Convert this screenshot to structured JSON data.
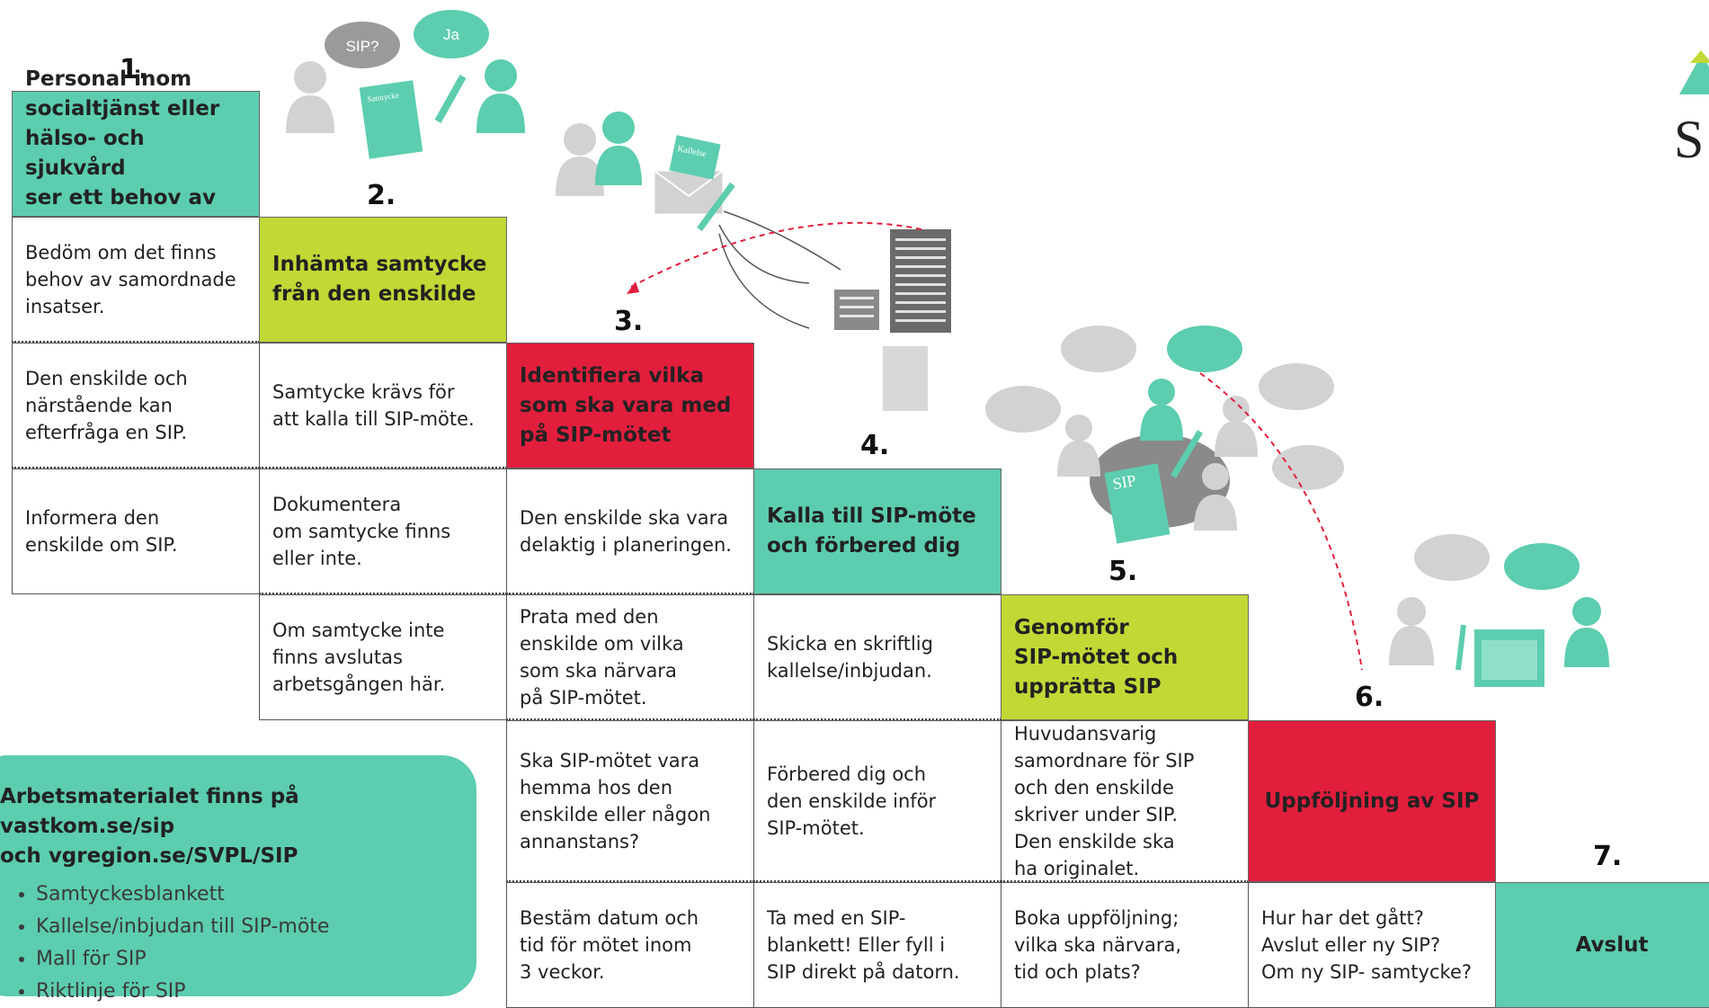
{
  "steps": [
    {
      "number": "1.",
      "title": "Personal inom\nsocialtjänst eller\nhälso- och sjukvård\nser ett behov av SIP",
      "color": "#5ccdaf",
      "items": [
        "Bedöm om det finns\nbehov av samordnade\ninsatser.",
        "Den enskilde och\nnärstående kan\nefterfråga en SIP.",
        "Informera den\nenskilde om SIP."
      ]
    },
    {
      "number": "2.",
      "title": "Inhämta samtycke\nfrån den enskilde",
      "color": "#c2d835",
      "items": [
        " Samtycke krävs för\natt kalla till SIP-möte.",
        "Dokumentera\nom samtycke finns\neller inte.",
        "Om samtycke inte\nfinns avslutas\narbetsgången här."
      ]
    },
    {
      "number": "3.",
      "title": "Identifiera vilka\nsom ska vara med\npå SIP-mötet",
      "color": "#e21e3d",
      "items": [
        "Den enskilde ska vara\ndelaktig i planeringen.",
        "Prata med den\nenskilde om vilka\nsom ska närvara\npå SIP-mötet.",
        "Ska SIP-mötet vara\nhemma hos den\nenskilde eller någon\nannanstans?",
        "Bestäm datum och\ntid för mötet inom\n3 veckor."
      ]
    },
    {
      "number": "4.",
      "title": "Kalla till SIP-möte\noch förbered dig",
      "color": "#5ccdaf",
      "items": [
        "Skicka en skriftlig\nkallelse/inbjudan.",
        "Förbered dig och\nden enskilde inför\nSIP-mötet.",
        "Ta med en SIP-\nblankett! Eller fyll i\nSIP direkt på datorn."
      ]
    },
    {
      "number": "5.",
      "title": "Genomför\nSIP-mötet och\nupprätta SIP",
      "color": "#c2d835",
      "items": [
        "Huvudansvarig\nsamordnare för SIP\noch den enskilde\nskriver under SIP.\nDen enskilde ska\nha originalet.",
        "Boka uppföljning;\nvilka ska närvara,\ntid och plats?"
      ]
    },
    {
      "number": "6.",
      "title": "Uppföljning av SIP",
      "color": "#e21e3d",
      "items": [
        "Hur har det gått?\nAvslut eller ny SIP?\nOm ny SIP- samtycke?"
      ]
    },
    {
      "number": "7.",
      "title": "Avslut",
      "color": "#5ccdaf",
      "items": []
    }
  ],
  "info": {
    "title": "Arbetsmaterialet finns på vastkom.se/sip\noch vgregion.se/SVPL/SIP",
    "items": [
      "Samtyckesblankett",
      "Kallelse/inbjudan till SIP-möte",
      "Mall för SIP",
      "Riktlinje för SIP"
    ]
  },
  "illustrations": {
    "bubble_sip": "SIP?",
    "bubble_ja": "Ja",
    "doc_samtycke": "Samtycke",
    "doc_kallelse": "Kallelse",
    "doc_sip": "SIP",
    "logo_letter": "S"
  },
  "colors": {
    "teal": "#5ccdaf",
    "lime": "#c2d835",
    "red": "#e21e3d",
    "gray": "#d2d2d2"
  }
}
